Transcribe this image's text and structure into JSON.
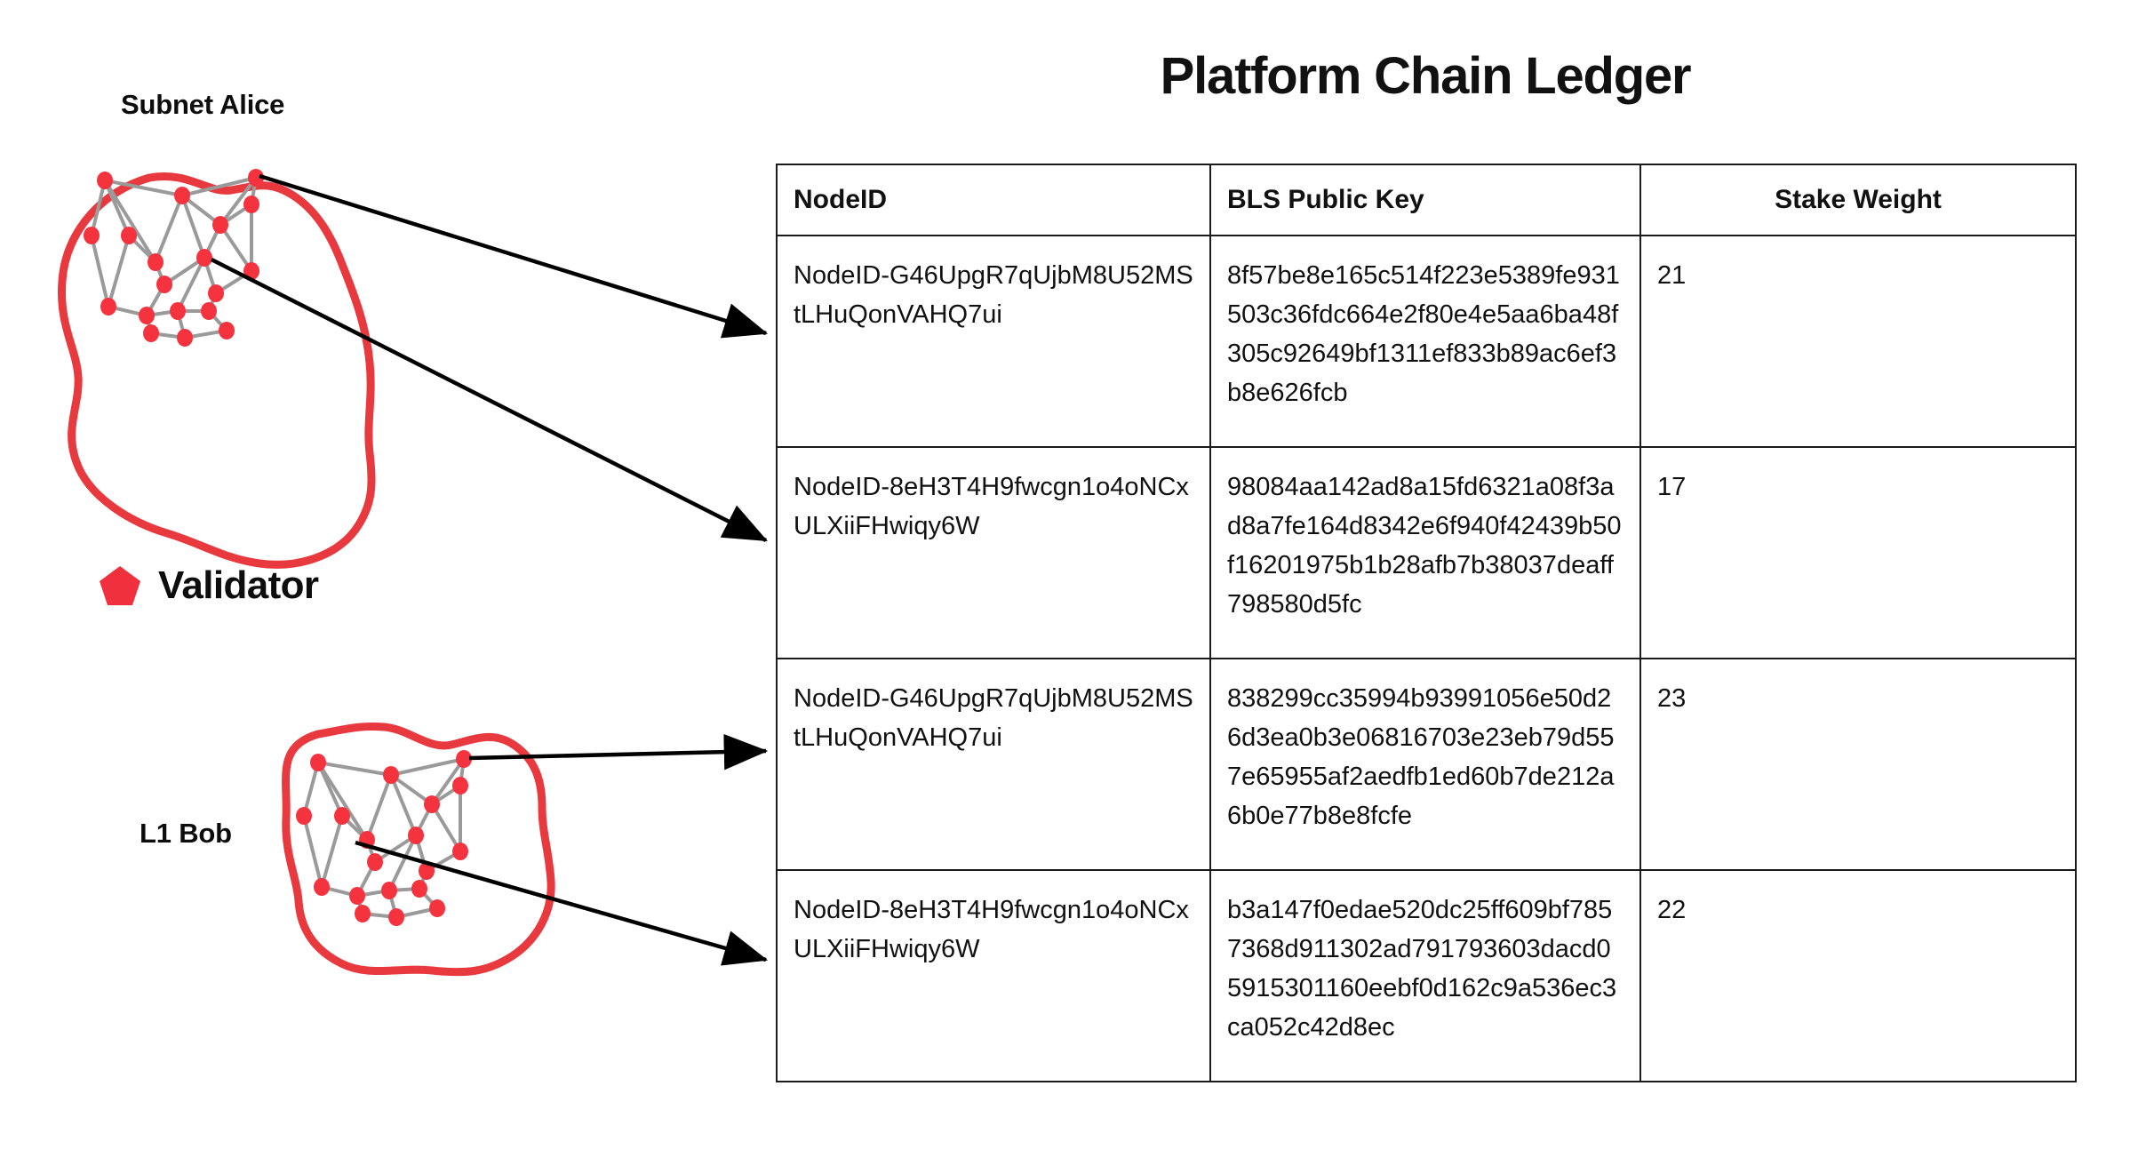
{
  "title": "Platform Chain Ledger",
  "diagram": {
    "subnet_alice_label": "Subnet Alice",
    "l1_bob_label": "L1 Bob",
    "legend": {
      "validator_label": "Validator",
      "validator_icon": "pentagon-icon",
      "validator_color": "#F0303C"
    },
    "colors": {
      "blob_outline": "#E8393F",
      "node_fill": "#F5333F",
      "edge": "#9A9A9A",
      "arrow": "#000000"
    },
    "arrows": [
      {
        "from": "subnet-alice-node-top",
        "to": "ledger-row-1"
      },
      {
        "from": "subnet-alice-node-center",
        "to": "ledger-row-2"
      },
      {
        "from": "l1-bob-node-top",
        "to": "ledger-row-3"
      },
      {
        "from": "l1-bob-node-center",
        "to": "ledger-row-4"
      }
    ]
  },
  "table": {
    "columns": [
      "NodeID",
      "BLS Public Key",
      "Stake Weight"
    ],
    "rows": [
      {
        "node_id": "NodeID-G46UpgR7qUjbM8U52MStLHuQonVAHQ7ui",
        "bls_public_key": "8f57be8e165c514f223e5389fe931503c36fdc664e2f80e4e5aa6ba48f305c92649bf1311ef833b89ac6ef3b8e626fcb",
        "stake_weight": "21"
      },
      {
        "node_id": "NodeID-8eH3T4H9fwcgn1o4oNCxULXiiFHwiqy6W",
        "bls_public_key": "98084aa142ad8a15fd6321a08f3ad8a7fe164d8342e6f940f42439b50f16201975b1b28afb7b38037deaff798580d5fc",
        "stake_weight": "17"
      },
      {
        "node_id": "NodeID-G46UpgR7qUjbM8U52MStLHuQonVAHQ7ui",
        "bls_public_key": "838299cc35994b93991056e50d26d3ea0b3e06816703e23eb79d557e65955af2aedfb1ed60b7de212a6b0e77b8e8fcfe",
        "stake_weight": "23"
      },
      {
        "node_id": "NodeID-8eH3T4H9fwcgn1o4oNCxULXiiFHwiqy6W",
        "bls_public_key": "b3a147f0edae520dc25ff609bf7857368d911302ad791793603dacd05915301160eebf0d162c9a536ec3ca052c42d8ec",
        "stake_weight": "22"
      }
    ]
  }
}
